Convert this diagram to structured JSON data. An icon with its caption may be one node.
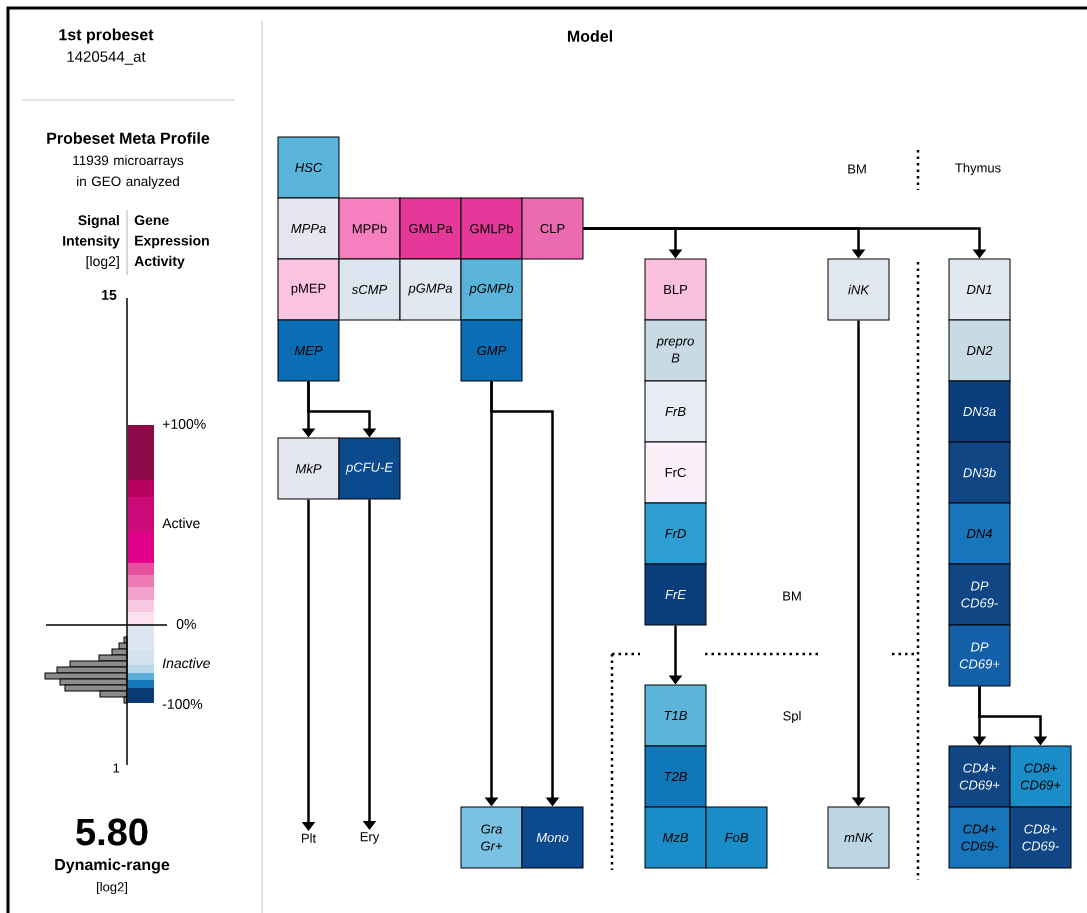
{
  "diagram": {
    "nodes": [
      {
        "text": [
          "HSC"
        ]
      },
      {
        "text": [
          "MPPa"
        ]
      },
      {
        "text": [
          "MPPb"
        ]
      },
      {
        "text": [
          "GMLPa"
        ]
      },
      {
        "text": [
          "GMLPb"
        ]
      },
      {
        "text": [
          "CLP"
        ]
      },
      {
        "text": [
          "pMEP"
        ]
      },
      {
        "text": [
          "sCMP"
        ]
      },
      {
        "text": [
          "pGMPa"
        ]
      },
      {
        "text": [
          "pGMPb"
        ]
      },
      {
        "text": [
          "MEP"
        ]
      },
      {
        "text": [
          "GMP"
        ]
      },
      {
        "text": [
          "MkP"
        ]
      },
      {
        "text": [
          "pCFU-E"
        ]
      },
      {
        "text": [
          "Plt"
        ]
      },
      {
        "text": [
          "Ery"
        ]
      },
      {
        "text": [
          "Gra Gr+"
        ]
      },
      {
        "text": [
          "Mono"
        ]
      },
      {
        "text": [
          "BLP"
        ]
      },
      {
        "text": [
          "prepro B"
        ]
      },
      {
        "text": [
          "FrB"
        ]
      },
      {
        "text": [
          "FrC"
        ]
      },
      {
        "text": [
          "FrD"
        ]
      },
      {
        "text": [
          "FrE"
        ]
      },
      {
        "text": [
          "T1B"
        ]
      },
      {
        "text": [
          "T2B"
        ]
      },
      {
        "text": [
          "MzB"
        ]
      },
      {
        "text": [
          "FoB"
        ]
      },
      {
        "text": [
          "iNK"
        ]
      },
      {
        "text": [
          "mNK"
        ]
      },
      {
        "text": [
          "DN1"
        ]
      },
      {
        "text": [
          "DN2"
        ]
      },
      {
        "text": [
          "DN3a"
        ]
      },
      {
        "text": [
          "DN3b"
        ]
      },
      {
        "text": [
          "DN4"
        ]
      },
      {
        "text": [
          "DP CD69-"
        ]
      },
      {
        "text": [
          "DP CD69+"
        ]
      },
      {
        "text": [
          "CD4+ CD69+"
        ]
      },
      {
        "text": [
          "CD8+ CD69+"
        ]
      },
      {
        "text": [
          "CD4+ CD69-"
        ]
      },
      {
        "text": [
          "CD8+ CD69-"
        ]
      }
    ],
    "edges": [
      {
        "from": 5,
        "to": 18,
        "arrow": "to"
      },
      {
        "from": 5,
        "to": 28,
        "arrow": "to"
      },
      {
        "from": 5,
        "to": 30,
        "arrow": "to"
      },
      {
        "from": 10,
        "to": 12,
        "arrow": "to"
      },
      {
        "from": 10,
        "to": 13,
        "arrow": "to"
      },
      {
        "from": 11,
        "to": 16,
        "arrow": "to"
      },
      {
        "from": 11,
        "to": 17,
        "arrow": "to"
      },
      {
        "from": 12,
        "to": 14,
        "arrow": "to"
      },
      {
        "from": 13,
        "to": 15,
        "arrow": "to"
      },
      {
        "from": 23,
        "to": 24,
        "arrow": "to"
      },
      {
        "from": 28,
        "to": 29,
        "arrow": "to"
      },
      {
        "from": 36,
        "to": 37,
        "arrow": "to"
      },
      {
        "from": 36,
        "to": 38,
        "arrow": "to"
      }
    ],
    "labels": [
      "1st probeset",
      "1420544_at",
      "Model",
      "Probeset Meta Profile",
      "11939 microarrays in GEO analyzed",
      "BM",
      "Thymus",
      "**Signal Intensity** [log2]",
      "Gene Expression Activity",
      "15",
      "+100%",
      "Active",
      "BM",
      "0%",
      "Inactive",
      "-100%",
      "Spl",
      "1",
      "5.80",
      "Dynamic-range",
      "[log2]"
    ]
  }
}
